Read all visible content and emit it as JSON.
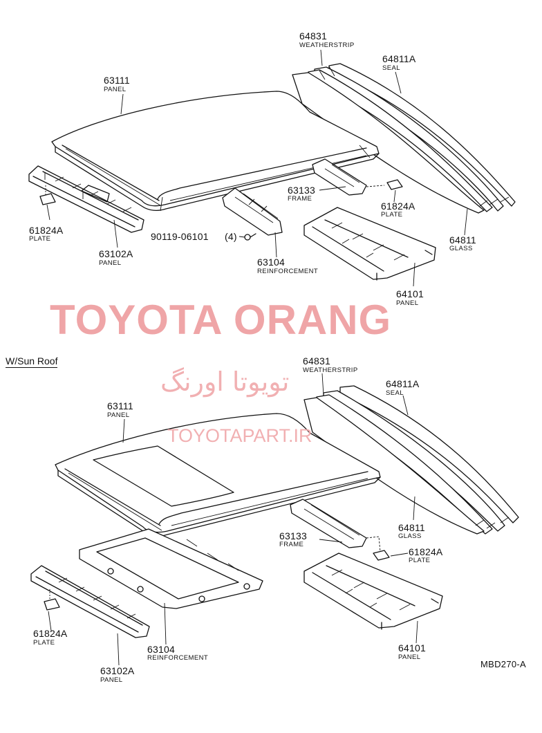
{
  "watermark": {
    "brand": "TOYOTA ORANG",
    "persian": "تویوتا اورنگ",
    "site": "TOYOTAPART.IR"
  },
  "diagram_code": "MBD270-A",
  "sections": {
    "sunroof_title": "W/Sun Roof"
  },
  "top": {
    "weatherstrip": {
      "number": "64831",
      "desc": "WEATHERSTRIP"
    },
    "seal": {
      "number": "64811A",
      "desc": "SEAL"
    },
    "panel": {
      "number": "63111",
      "desc": "PANEL"
    },
    "frame": {
      "number": "63133",
      "desc": "FRAME"
    },
    "plate_right": {
      "number": "61824A",
      "desc": "PLATE"
    },
    "plate_left": {
      "number": "61824A",
      "desc": "PLATE"
    },
    "front_panel": {
      "number": "63102A",
      "desc": "PANEL"
    },
    "bolt": {
      "number": "90119-06101",
      "qty": "(4)"
    },
    "reinforcement": {
      "number": "63104",
      "desc": "REINFORCEMENT"
    },
    "glass": {
      "number": "64811",
      "desc": "GLASS"
    },
    "rear_panel": {
      "number": "64101",
      "desc": "PANEL"
    }
  },
  "bottom": {
    "weatherstrip": {
      "number": "64831",
      "desc": "WEATHERSTRIP"
    },
    "seal": {
      "number": "64811A",
      "desc": "SEAL"
    },
    "panel": {
      "number": "63111",
      "desc": "PANEL"
    },
    "frame": {
      "number": "63133",
      "desc": "FRAME"
    },
    "plate_right": {
      "number": "61824A",
      "desc": "PLATE"
    },
    "glass": {
      "number": "64811",
      "desc": "GLASS"
    },
    "reinforcement": {
      "number": "63104",
      "desc": "REINFORCEMENT"
    },
    "plate_left": {
      "number": "61824A",
      "desc": "PLATE"
    },
    "front_panel": {
      "number": "63102A",
      "desc": "PANEL"
    },
    "rear_panel": {
      "number": "64101",
      "desc": "PANEL"
    }
  }
}
